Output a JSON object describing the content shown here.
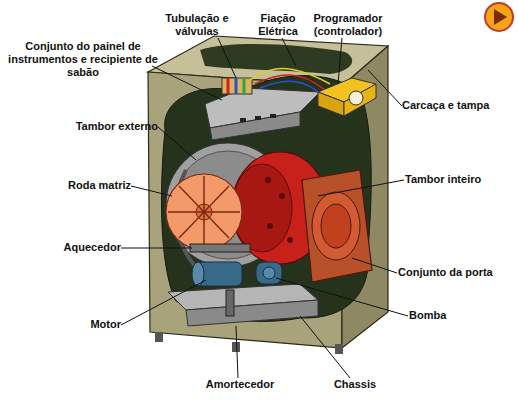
{
  "diagram": {
    "labels": [
      "Tubulação e válvulas",
      "Fiação Elétrica",
      "Programador (controlador)",
      "Conjunto do painel de instrumentos e recipiente de sabão",
      "Carcaça e tampa",
      "Tambor externo",
      "Tambor inteiro",
      "Roda matriz",
      "Aquecedor",
      "Conjunto da porta",
      "Bomba",
      "Motor",
      "Amortecedor",
      "Chassis"
    ]
  }
}
